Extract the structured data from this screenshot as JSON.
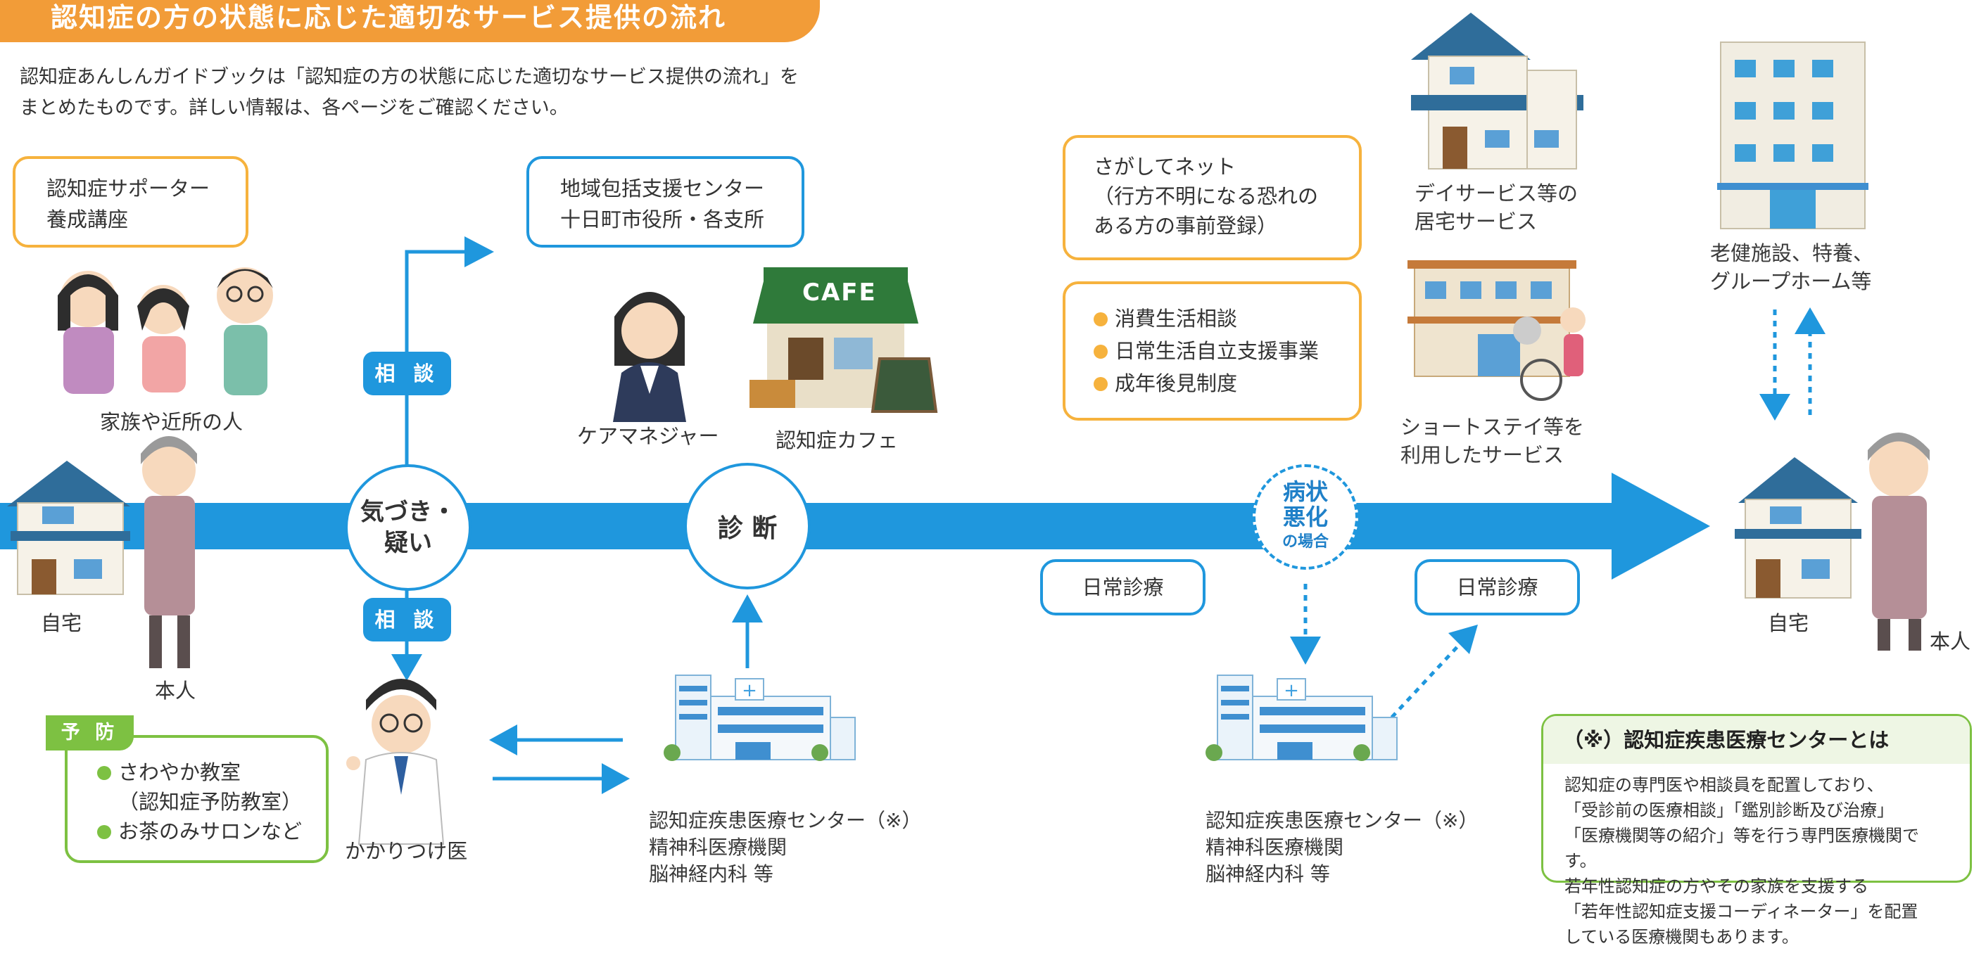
{
  "title": "認知症の方の状態に応じた適切なサービス提供の流れ",
  "intro": [
    "認知症あんしんガイドブックは「認知症の方の状態に応じた適切なサービス提供の流れ」を",
    "まとめたものです。詳しい情報は、各ページをご確認ください。"
  ],
  "supporter_box": [
    "認知症サポーター",
    "養成講座"
  ],
  "family_label": "家族や近所の人",
  "home_left_label": "自宅",
  "person_left_label": "本人",
  "consult_upper": "相 談",
  "consult_lower": "相 談",
  "awareness": [
    "気づき・",
    "疑い"
  ],
  "diagnosis": "診 断",
  "houkatsu_box": [
    "地域包括支援センター",
    "十日町市役所・各支所"
  ],
  "care_manager_label": "ケアマネジャー",
  "cafe_label": "認知症カフェ",
  "cafe_sign": "CAFE",
  "prevention": {
    "tag": "予 防",
    "items": [
      "さわやか教室",
      "（認知症予防教室）",
      "お茶のみサロンなど"
    ]
  },
  "family_doctor_label": "かかりつけ医",
  "center_left": [
    "認知症疾患医療センター（※）",
    "精神科医療機関",
    "脳神経内科 等"
  ],
  "daily_care_left": "日常診療",
  "daily_care_right": "日常診療",
  "worsening": [
    "病状",
    "悪化",
    "の場合"
  ],
  "center_right": [
    "認知症疾患医療センター（※）",
    "精神科医療機関",
    "脳神経内科 等"
  ],
  "sagashite_box": [
    "さがしてネット",
    "（行方不明になる恐れの",
    "ある方の事前登録）"
  ],
  "services_box": [
    "消費生活相談",
    "日常生活自立支援事業",
    "成年後見制度"
  ],
  "day_service_label": [
    "デイサービス等の",
    "居宅サービス"
  ],
  "short_stay_label": [
    "ショートステイ等を",
    "利用したサービス"
  ],
  "facility_label": [
    "老健施設、特養、",
    "グループホーム等"
  ],
  "home_right_label": "自宅",
  "person_right_label": "本人",
  "info": {
    "title": "（※）認知症疾患医療センターとは",
    "lines": [
      "認知症の専門医や相談員を配置しており、",
      "「受診前の医療相談」「鑑別診断及び治療」",
      "「医療機関等の紹介」等を行う専門医療機関です。",
      "若年性認知症の方やその家族を支援する",
      "「若年性認知症支援コーディネーター」を配置",
      "している医療機関もあります。"
    ]
  },
  "colors": {
    "orange": "#f29c38",
    "blue": "#1f97dd",
    "green": "#7dc142",
    "box_orange": "#f6b23d"
  }
}
